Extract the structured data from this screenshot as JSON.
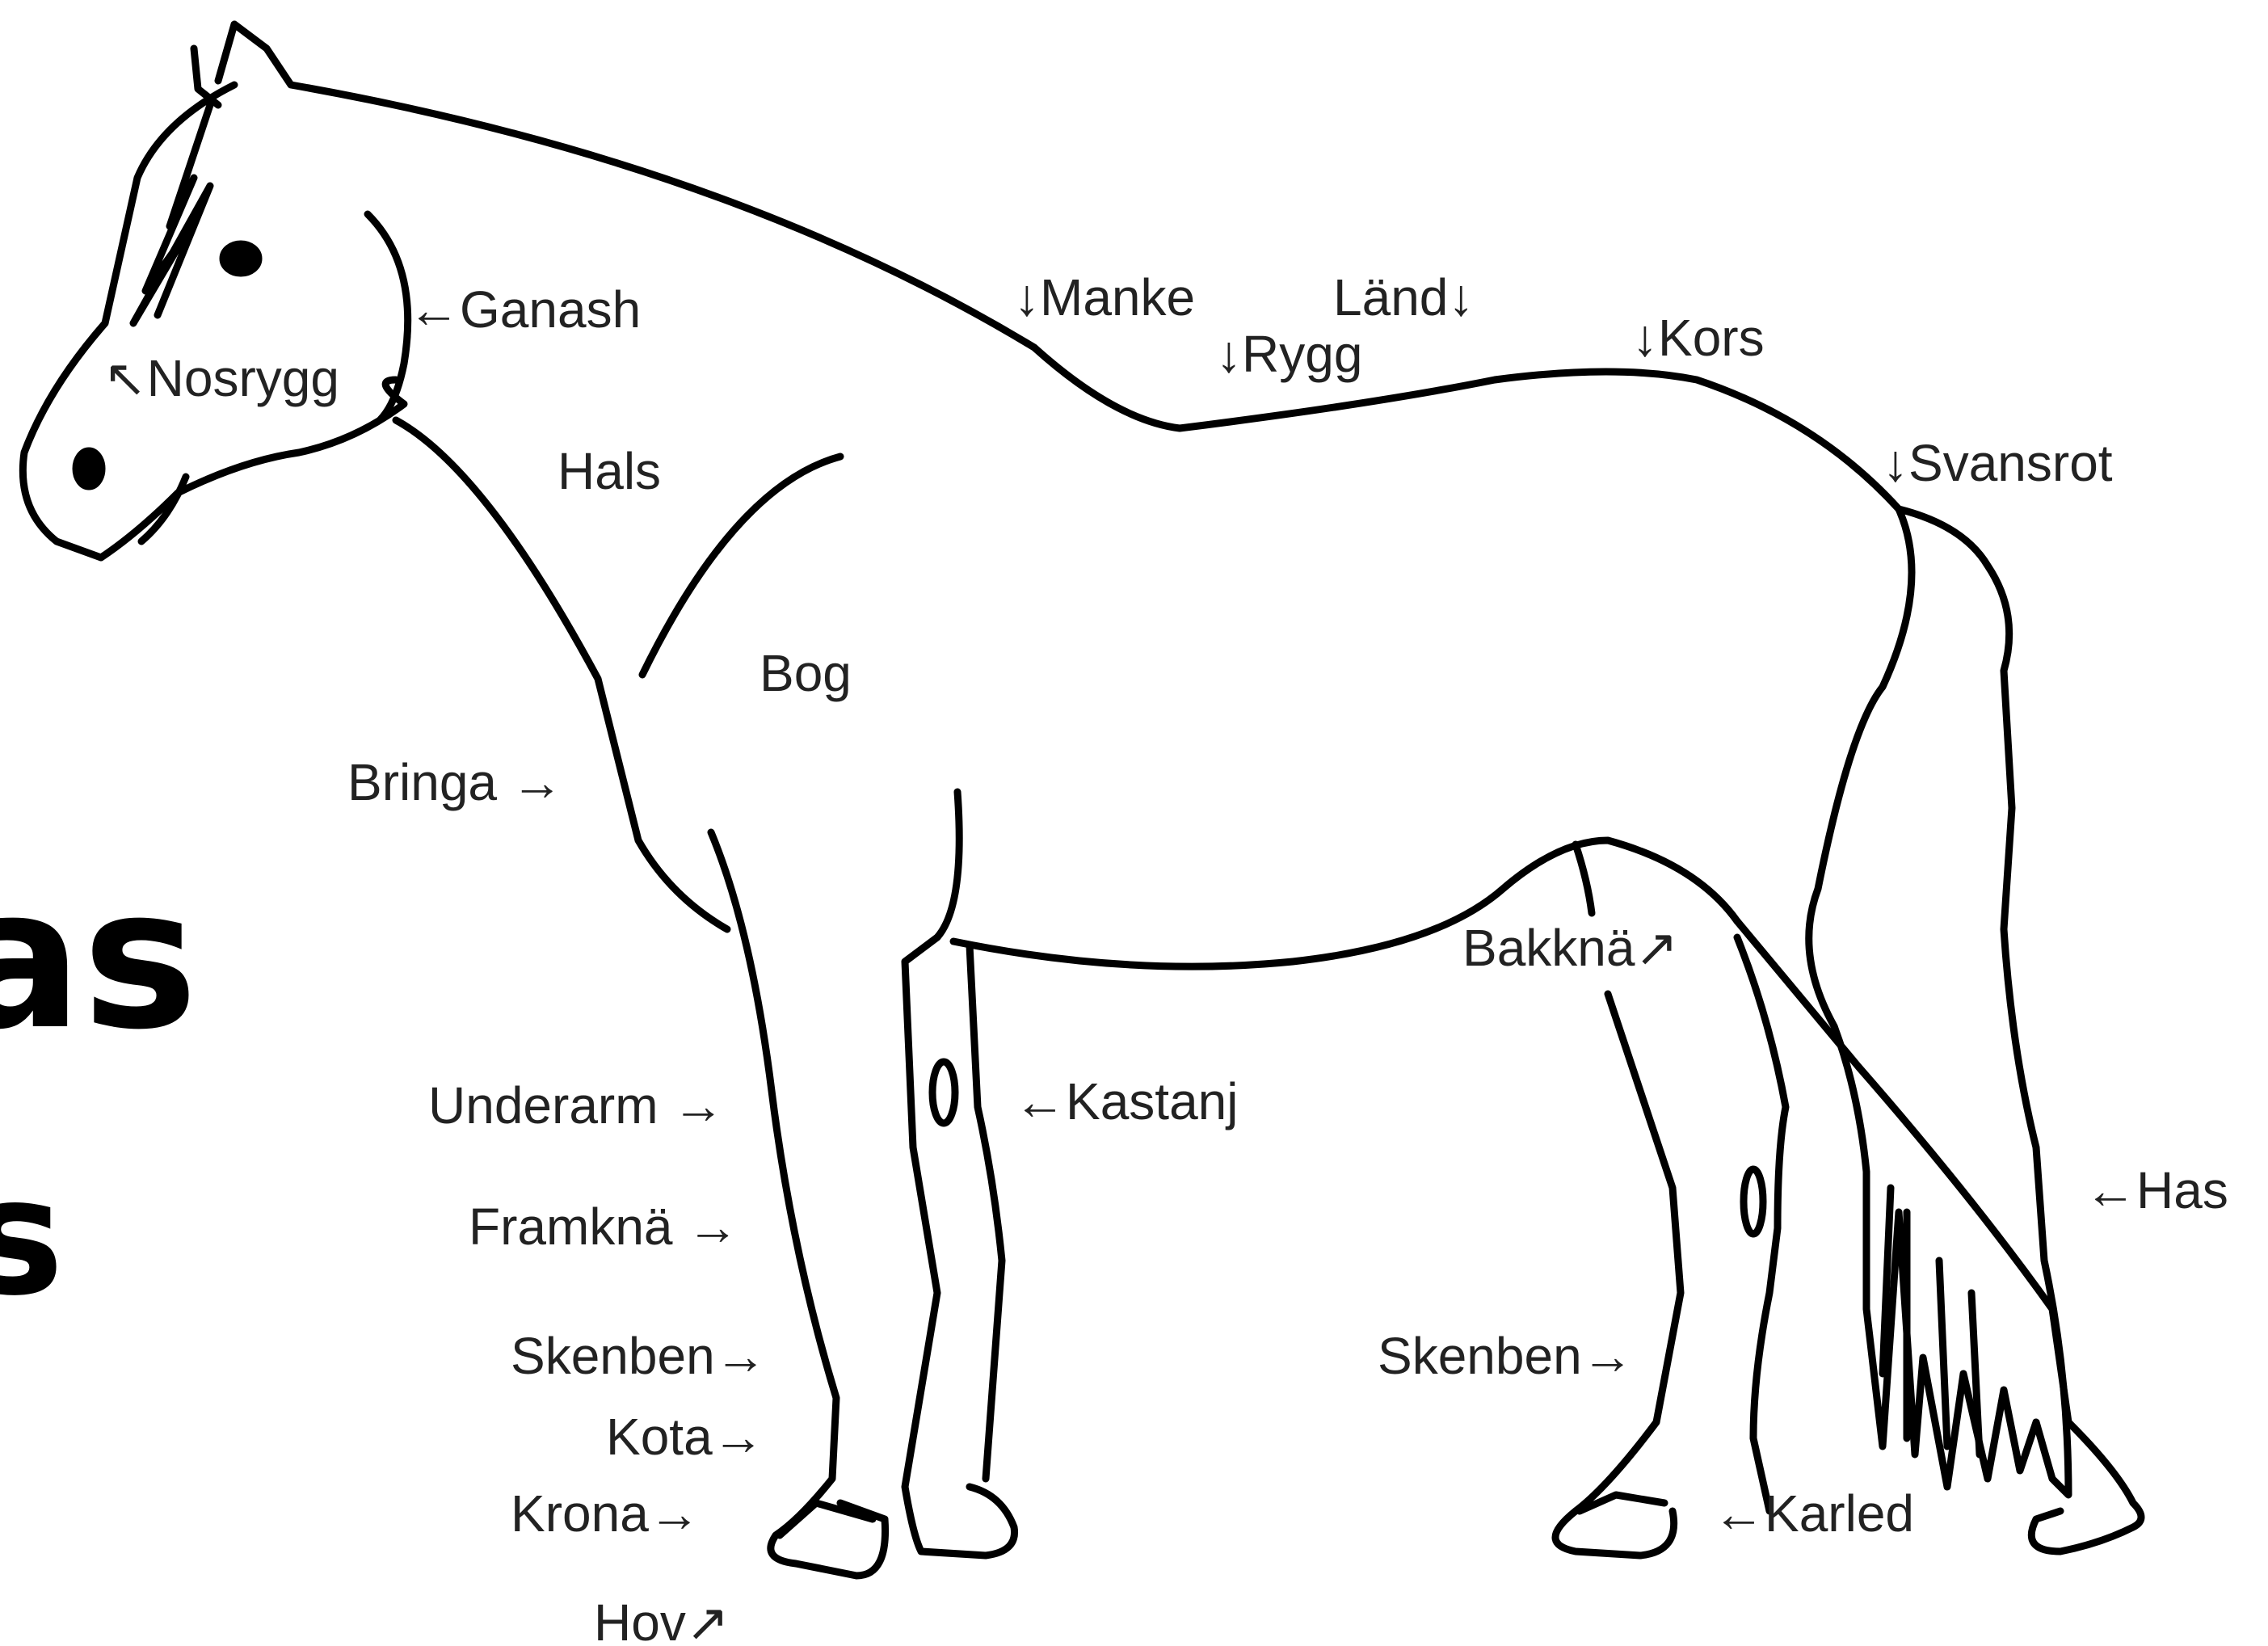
{
  "side_text": {
    "large": "as",
    "small": "s"
  },
  "labels": {
    "nosrygg": "↖Nosrygg",
    "ganash": "←Ganash",
    "hals": "Hals",
    "manke": "↓Manke",
    "rygg": "↓Rygg",
    "land": "Länd↓",
    "kors": "↓Kors",
    "svansrot": "↓Svansrot",
    "bog": "Bog",
    "bringa": "Bringa →",
    "bakkna": "Bakknä↗",
    "underarm": "Underarm →",
    "kastanj": "←Kastanj",
    "has": "←Has",
    "framkna": "Framknä →",
    "skenben_front": "Skenben→",
    "skenben_back": "Skenben→",
    "kota": "Kota→",
    "krona": "Krona→",
    "karled": "←Karled",
    "hov": "Hov↗"
  },
  "colors": {
    "outline": "#000000",
    "label": "#222222",
    "background": "#ffffff"
  }
}
